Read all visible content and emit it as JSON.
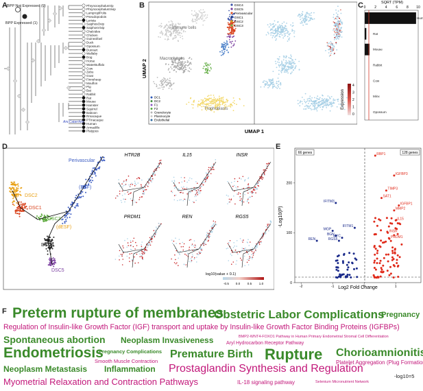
{
  "panels": {
    "A": "A",
    "B": "B",
    "C": "C",
    "D": "D",
    "E": "E",
    "F": "F"
  },
  "panelA": {
    "legend_not": "BPP Not Expressed (0)",
    "legend_yes": "BPP Expressed (1)",
    "ancestor_label": "AncCatarrhini",
    "taxa": [
      "PhrynocephalusVip",
      "PhrynocephalusVivip",
      "LamproplPolis",
      "Pseudopodois",
      "Lerista",
      "SaiphosOvip",
      "SaiphosVivip",
      "Chalcides",
      "Chicken",
      "Guineafowl",
      "Duck",
      "Opossum",
      "Dunnart",
      "Wallaby",
      "Dog",
      "Horse",
      "WaterBuffalo",
      "Cow",
      "Zebu",
      "Goat",
      "Finnsheep",
      "Mouflon",
      "Pig",
      "Bat",
      "Rabbit",
      "Rat",
      "Mouse",
      "Hamster",
      "Squirrel",
      "Baboon",
      "Rmacaque",
      "PTmacaque",
      "Human",
      "Armadillo",
      "Platypus"
    ],
    "expressed": [
      0,
      0,
      0,
      0,
      1,
      0,
      1,
      0,
      0,
      0,
      0,
      0,
      1,
      0,
      1,
      0,
      0,
      0,
      0,
      0,
      0,
      0,
      0,
      0,
      0,
      1,
      1,
      1,
      1,
      1,
      1,
      1,
      1,
      1,
      1
    ]
  },
  "panelB": {
    "ylabel": "UMAP 2",
    "xlabel": "UMAP 1",
    "clusters": {
      "immune": "Immune cells",
      "macro": "Macrophages",
      "troph": "Trophoblasts"
    },
    "legend_top": [
      "DSC4",
      "DSC5",
      "Perivascular",
      "DSC1",
      "DSC2",
      "DSC3"
    ],
    "legend_top_colors": [
      "#3a52a8",
      "#7b3fa0",
      "#e05a2b",
      "#1f3c88",
      "#d9a21b",
      "#7ab648"
    ],
    "legend_bottom": [
      "DC1",
      "DC2",
      "F1",
      "F2",
      "Granulocyte",
      "Plasmocyte",
      "Endothelial"
    ],
    "legend_bottom_colors": [
      "#2b57b5",
      "#3f8a3b",
      "#8a5bc2",
      "#56aa3f",
      "#b4b4b4",
      "#c8c8c8",
      "#2d6aa0"
    ],
    "expression_label": "Expression",
    "expression_ticks": [
      "4",
      "3",
      "2",
      "1",
      "0"
    ]
  },
  "panelC": {
    "title": "SQRT (TPM)",
    "ticks": [
      "0",
      "2",
      "4",
      "6",
      "8",
      "10"
    ],
    "species": [
      "Human",
      "Rat",
      "Mouse",
      "Rabbit",
      "Cow",
      "Minx",
      "Opossum"
    ],
    "values": [
      9.6,
      0.3,
      0.9,
      0.0,
      0.0,
      0.0,
      0.0
    ]
  },
  "panelD": {
    "labels": {
      "peri": "Perivascular",
      "esf": "(ESF)",
      "dsc2": "DSC2",
      "dsc1": "DSC1",
      "dsc3": "DSC3",
      "desf": "(dESF)",
      "dsc4": "DSC4",
      "dsc5": "DSC5"
    },
    "genes": [
      "HTR2B",
      "IL15",
      "INSR",
      "PRDM1",
      "REN",
      "RGS5"
    ],
    "colorbar_label": "log10(value + 0.1)",
    "colorbar_ticks": [
      "-0.5",
      "0.0",
      "0.5",
      "1.0"
    ]
  },
  "panelE": {
    "left_count": "66 genes",
    "right_count": "128 genes",
    "ylabel": "-Log10(P)",
    "xlabel": "Log2 Fold Change",
    "xticks": [
      "-2",
      "-1",
      "0",
      "1"
    ],
    "yticks": [
      "0",
      "100",
      "200"
    ],
    "up_genes": [
      "RBP1",
      "IGFBP3",
      "TIMP3",
      "SAT1",
      "IGFBP1",
      "MMP2",
      "IL15",
      "INSR",
      "PRDM1"
    ],
    "down_genes": [
      "IFITM3",
      "IFITM1",
      "MGP",
      "BGN",
      "MYC",
      "RGS5",
      "REN"
    ]
  },
  "panelF": {
    "terms": [
      "Preterm rupture of membranes",
      "Obstetric Labor Complications",
      "Pregnancy",
      "Regulation of Insulin-like Growth Factor (IGF) transport and uptake by Insulin-like Growth Factor Binding Proteins (IGFBPs)",
      "Spontaneous abortion",
      "Neoplasm Invasiveness",
      "BMP2-WNT4-FOXO1 Pathway in Human Primary Endometrial Stromal Cell Differentiation",
      "Aryl Hydrocarbon Receptor Pathway",
      "Endometriosis",
      "Pregnancy Complications",
      "Premature Birth",
      "Rupture",
      "Chorioamnionitis",
      "Smooth Muscle Contraction",
      "Platelet Aggregation (Plug Formation)",
      "Neoplasm Metastasis",
      "Inflammation",
      "Prostaglandin Synthesis and Regulation",
      "Myometrial Relaxation and Contraction Pathways",
      "IL-18 signaling pathway",
      "Selenium Micronutrient Network",
      "-log10=5"
    ]
  }
}
